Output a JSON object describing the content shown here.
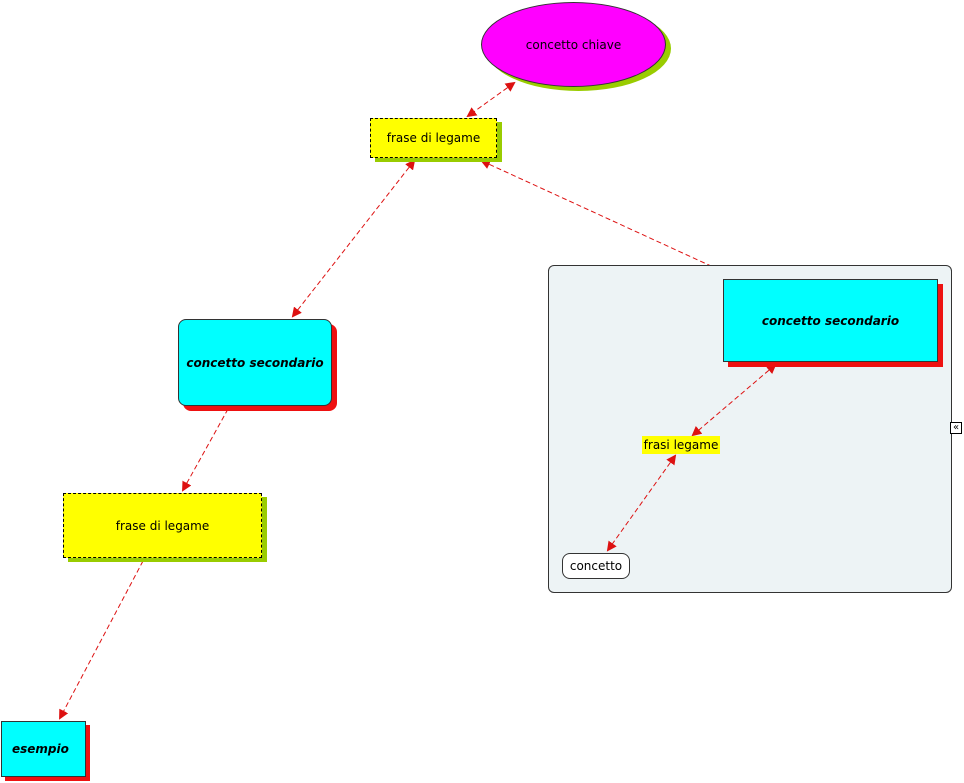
{
  "map": {
    "root_concept": "concetto chiave",
    "linking_phrase_top": "frase di legame",
    "secondary_concept_left": "concetto secondario",
    "linking_phrase_mid": "frase di legame",
    "example_concept": "esempio",
    "group": {
      "secondary_concept": "concetto secondario",
      "linking_phrase": "frasi legame",
      "concept": "concetto",
      "collapse_icon": "«"
    }
  },
  "icons": {
    "collapse": "double-chevron-left-icon",
    "arrowheads": "triangle-arrow-icon"
  },
  "colors": {
    "root": "#ff00ff",
    "root_shadow": "#99cc00",
    "linking_phrase": "#ffff00",
    "linking_shadow": "#99cc00",
    "secondary_concept": "#00ffff",
    "secondary_shadow": "#ee1111",
    "group_background": "#edf3f5",
    "connector": "#dd1111"
  }
}
